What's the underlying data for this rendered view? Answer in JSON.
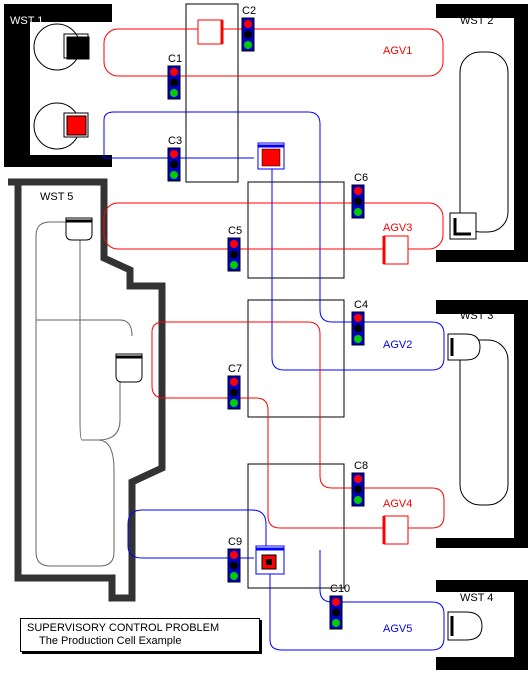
{
  "workstations": {
    "wst1": "WST 1",
    "wst2": "WST 2",
    "wst3": "WST 3",
    "wst4": "WST 4",
    "wst5": "WST 5"
  },
  "signals": [
    "C1",
    "C2",
    "C3",
    "C4",
    "C5",
    "C6",
    "C7",
    "C8",
    "C9",
    "C10"
  ],
  "agvs": [
    {
      "label": "AGV1",
      "color": "#ff0000"
    },
    {
      "label": "AGV2",
      "color": "#0000ff"
    },
    {
      "label": "AGV3",
      "color": "#ff0000"
    },
    {
      "label": "AGV4",
      "color": "#ff0000"
    },
    {
      "label": "AGV5",
      "color": "#0000ff"
    }
  ],
  "caption": {
    "title": "SUPERVISORY CONTROL PROBLEM",
    "subtitle": "The Production Cell Example"
  },
  "colors": {
    "red_route": "#ff0000",
    "blue_route": "#0000ff",
    "wall": "#000000",
    "wall_wst5": "#333333",
    "light_red": "#ff0000",
    "light_off": "#000000",
    "light_green": "#00cc00",
    "signal_body": "#0000cc",
    "loaded_part": "#ff0000"
  }
}
